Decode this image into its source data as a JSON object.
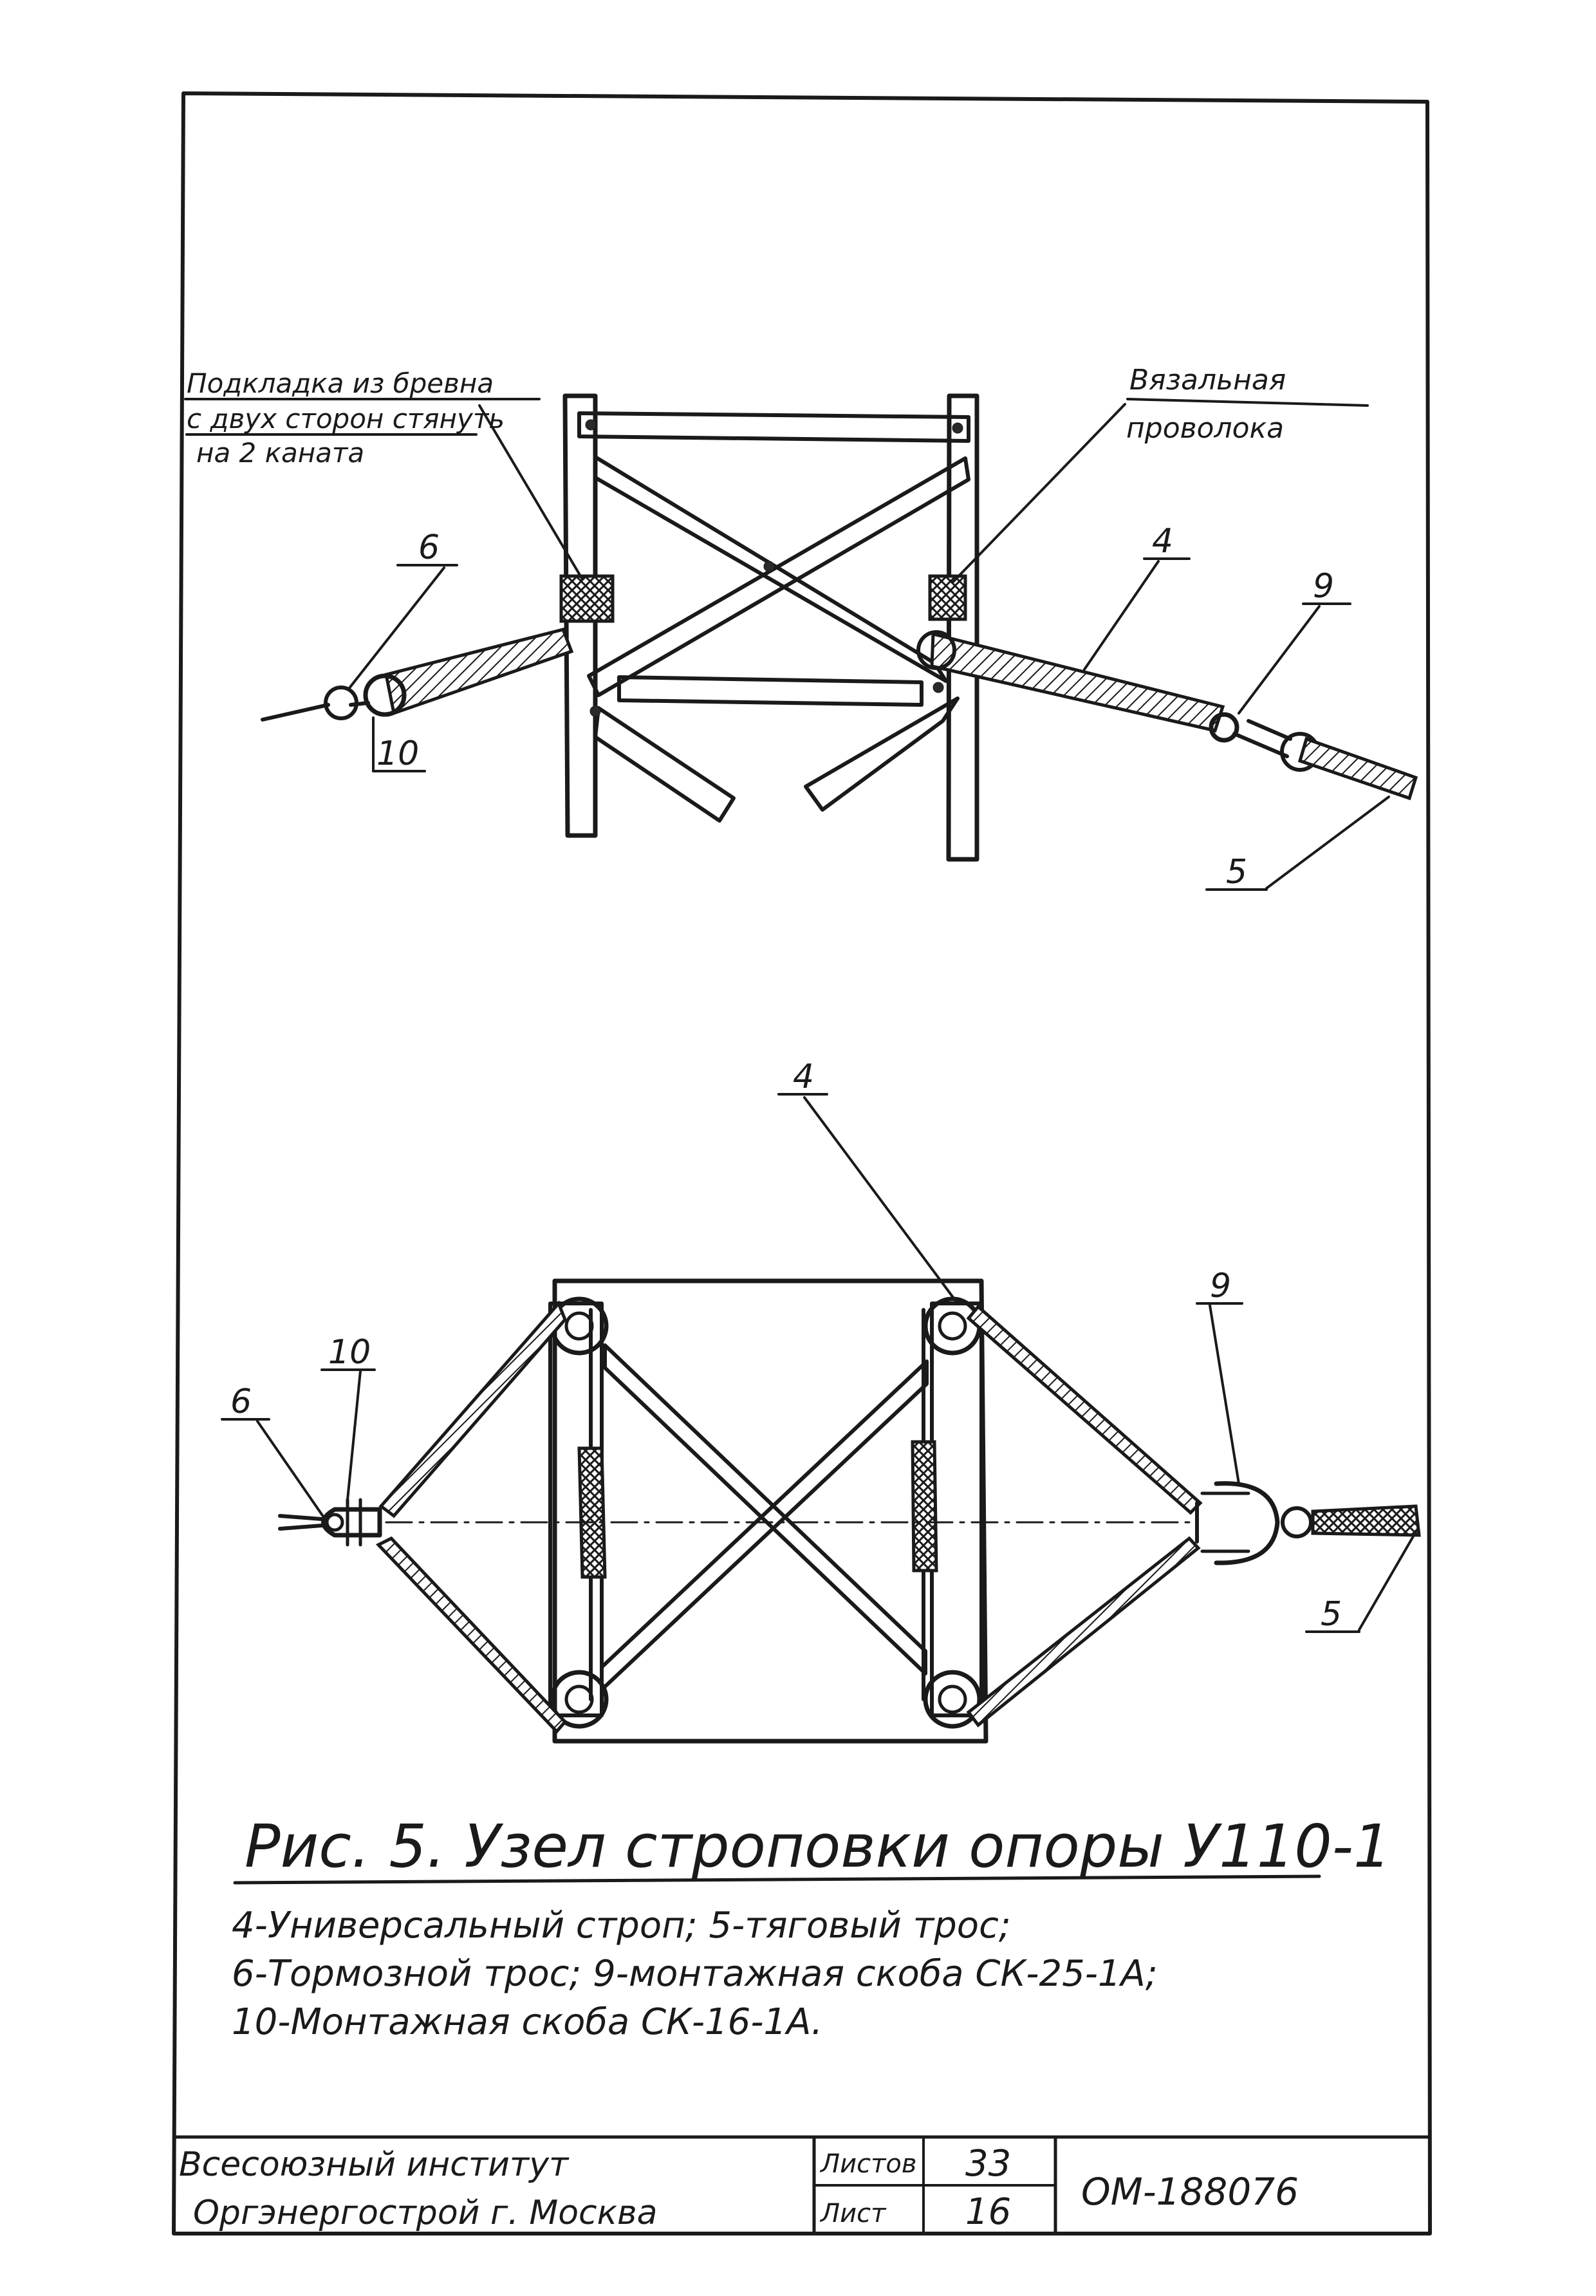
{
  "top_view": {
    "callout_left_line1": "Подкладка из бревна",
    "callout_left_line2": "с двух сторон стянуть",
    "callout_left_line3": "на 2 каната",
    "callout_right_line1": "Вязальная",
    "callout_right_line2": "проволока",
    "label_6": "6",
    "label_10": "10",
    "label_4": "4",
    "label_9": "9",
    "label_5": "5"
  },
  "bottom_view": {
    "label_4": "4",
    "label_9": "9",
    "label_10": "10",
    "label_6": "6",
    "label_5": "5"
  },
  "caption": {
    "title": "Рис. 5.   Узел строповки опоры У110-1",
    "legend_line1": "4-Универсальный строп;  5-тяговый трос;",
    "legend_line2": "6-Тормозной трос;    9-монтажная скоба СК-25-1А;",
    "legend_line3": "10-Монтажная скоба СК-16-1А."
  },
  "title_block": {
    "org_line1": "Всесоюзный институт",
    "org_line2": "Оргэнергострой     г. Москва",
    "sheets_label": "Листов",
    "sheets_value": "33",
    "sheet_label": "Лист",
    "sheet_value": "16",
    "doc_code": "ОМ-188076"
  },
  "colors": {
    "ink": "#1a1a1a",
    "paper": "#ffffff"
  }
}
